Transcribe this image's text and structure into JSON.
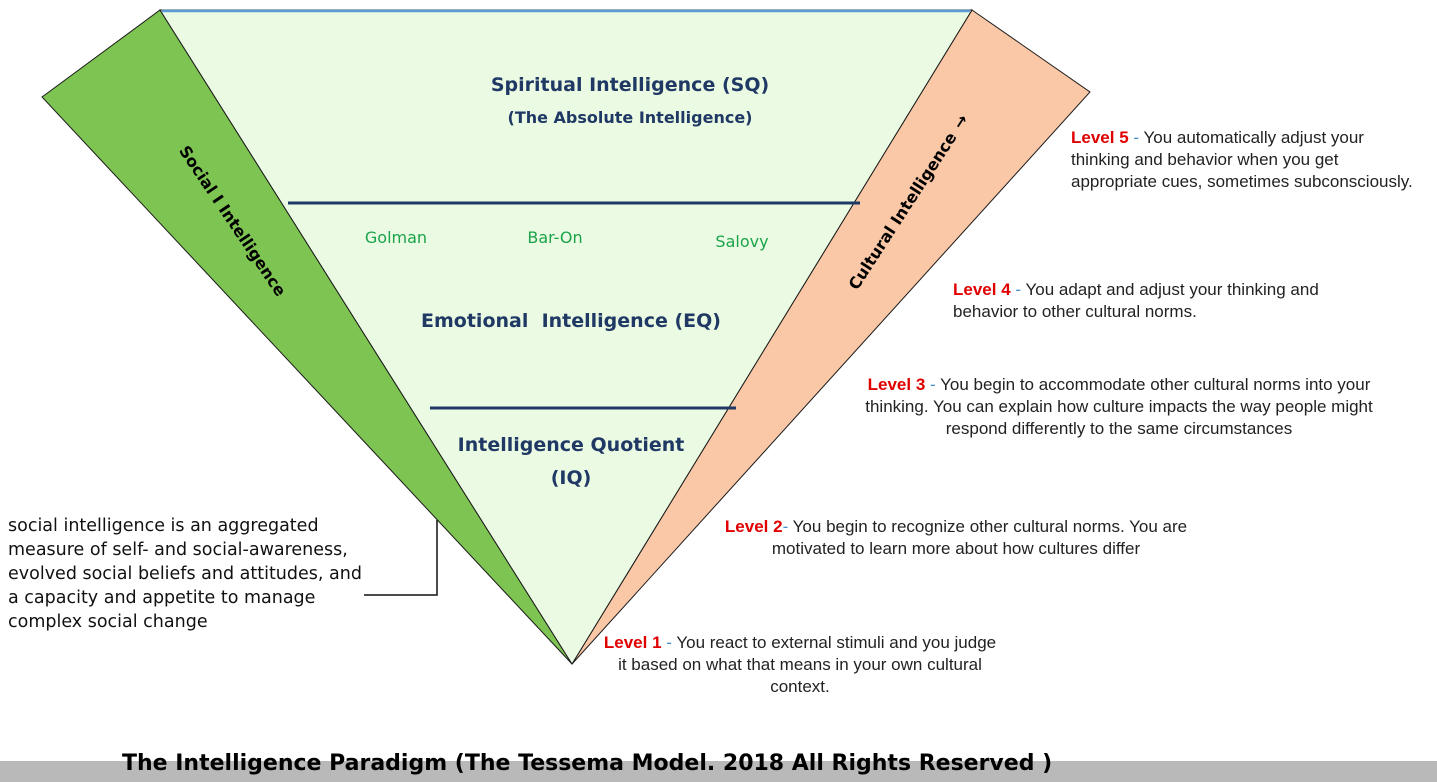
{
  "tiers": {
    "sq_title": "Spiritual Intelligence (SQ)",
    "sq_subtitle": "(The Absolute Intelligence)",
    "eq_title": "Emotional  Intelligence (EQ)",
    "eq_authors": [
      "Golman",
      "Bar-On",
      "Salovy"
    ],
    "iq_title_line1": "Intelligence Quotient",
    "iq_title_line2": "(IQ)"
  },
  "side_labels": {
    "social": "Social I Intelligence",
    "cultural": "Cultural Intelligence",
    "cultural_arrow": "→"
  },
  "social_definition": "social intelligence is an aggregated measure of self- and social-awareness, evolved social beliefs and attitudes, and a capacity and appetite to manage complex social change",
  "levels": [
    {
      "label": "Level 1",
      "sep": " - ",
      "text": "You react to external stimuli and you judge it based on what that means in your own cultural context."
    },
    {
      "label": "Level 2",
      "sep": "- ",
      "text": "You begin to recognize other cultural norms. You are motivated to learn more about how cultures differ"
    },
    {
      "label": "Level 3",
      "sep": " - ",
      "text": "You begin to accommodate other cultural norms into your thinking. You can explain how culture impacts the way people might respond differently to the same circumstances"
    },
    {
      "label": "Level 4",
      "sep": " - ",
      "text": "You adapt and adjust your thinking and behavior to other cultural norms."
    },
    {
      "label": "Level 5",
      "sep": " - ",
      "text": "You automatically adjust your thinking and behavior when you get appropriate cues, sometimes subconsciously."
    }
  ],
  "footer": {
    "title": "The Intelligence Paradigm (The Tessema Model. 2018 All Rights Reserved )"
  },
  "colors": {
    "triangle_fill": "#ebfbe3",
    "social_fill": "#7ec452",
    "cultural_fill": "#fac8a6",
    "navy_text": "#1f3864",
    "line_blue": "#5b9bd5",
    "author_green": "#1aa34a",
    "level_red": "#e00000",
    "footer_bar": "#b9b9b9"
  }
}
